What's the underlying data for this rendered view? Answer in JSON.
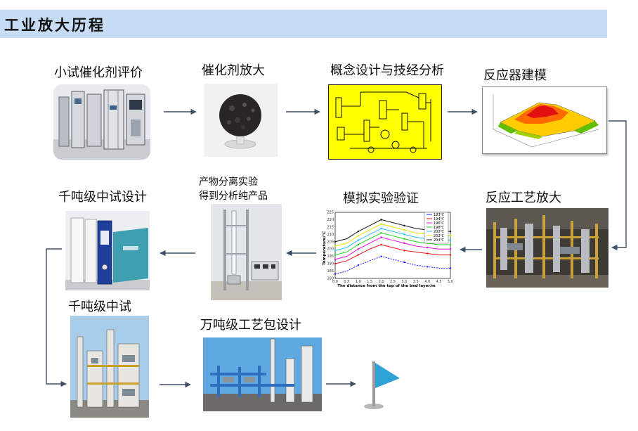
{
  "header": {
    "title": "工业放大历程"
  },
  "steps": {
    "s1": "小试催化剂评价",
    "s2": "催化剂放大",
    "s3": "概念设计与技经分析",
    "s4": "反应器建模",
    "s5": "反应工艺放大",
    "s6": "模拟实验验证",
    "s7_line1": "产物分离实验",
    "s7_line2": "得到分析纯产品",
    "s8": "千吨级中试设计",
    "s9": "千吨级中试",
    "s10": "万吨级工艺包设计"
  },
  "colors": {
    "header_bg": "#c6dcf4",
    "arrow": "#3f4f66",
    "flag": "#2ea3d6",
    "pfd_bg": "#ffff00"
  },
  "chart_data": {
    "type": "line",
    "xlabel": "The distance from the top of the bed layer/m",
    "ylabel": "Temperature/℃",
    "x": [
      0,
      0.5,
      1.0,
      1.5,
      2.0,
      2.5,
      3.0,
      3.5,
      4.0,
      4.5,
      5.0
    ],
    "series": [
      {
        "name": "183℃",
        "color": "#1a1aff",
        "values": [
          183,
          185,
          189,
          192,
          195,
          193,
          191,
          189,
          188,
          187,
          187
        ]
      },
      {
        "name": "194℃",
        "color": "#e01010",
        "values": [
          190,
          192,
          196,
          200,
          203,
          201,
          199,
          198,
          197,
          196,
          196
        ]
      },
      {
        "name": "196℃",
        "color": "#e010e0",
        "values": [
          193,
          195,
          200,
          204,
          208,
          206,
          204,
          202,
          201,
          200,
          200
        ]
      },
      {
        "name": "198℃",
        "color": "#20d020",
        "values": [
          196,
          198,
          203,
          207,
          211,
          209,
          207,
          205,
          204,
          203,
          203
        ]
      },
      {
        "name": "200℃",
        "color": "#20c0f0",
        "values": [
          199,
          201,
          206,
          210,
          214,
          212,
          210,
          208,
          207,
          206,
          206
        ]
      },
      {
        "name": "202℃",
        "color": "#e0e000",
        "values": [
          202,
          204,
          209,
          213,
          217,
          215,
          213,
          211,
          210,
          209,
          209
        ]
      },
      {
        "name": "204℃",
        "color": "#111111",
        "values": [
          205,
          207,
          212,
          216,
          220,
          218,
          216,
          214,
          213,
          212,
          212
        ]
      }
    ],
    "xlim": [
      0,
      5
    ],
    "ylim": [
      180,
      225
    ],
    "legend": "top-right"
  }
}
